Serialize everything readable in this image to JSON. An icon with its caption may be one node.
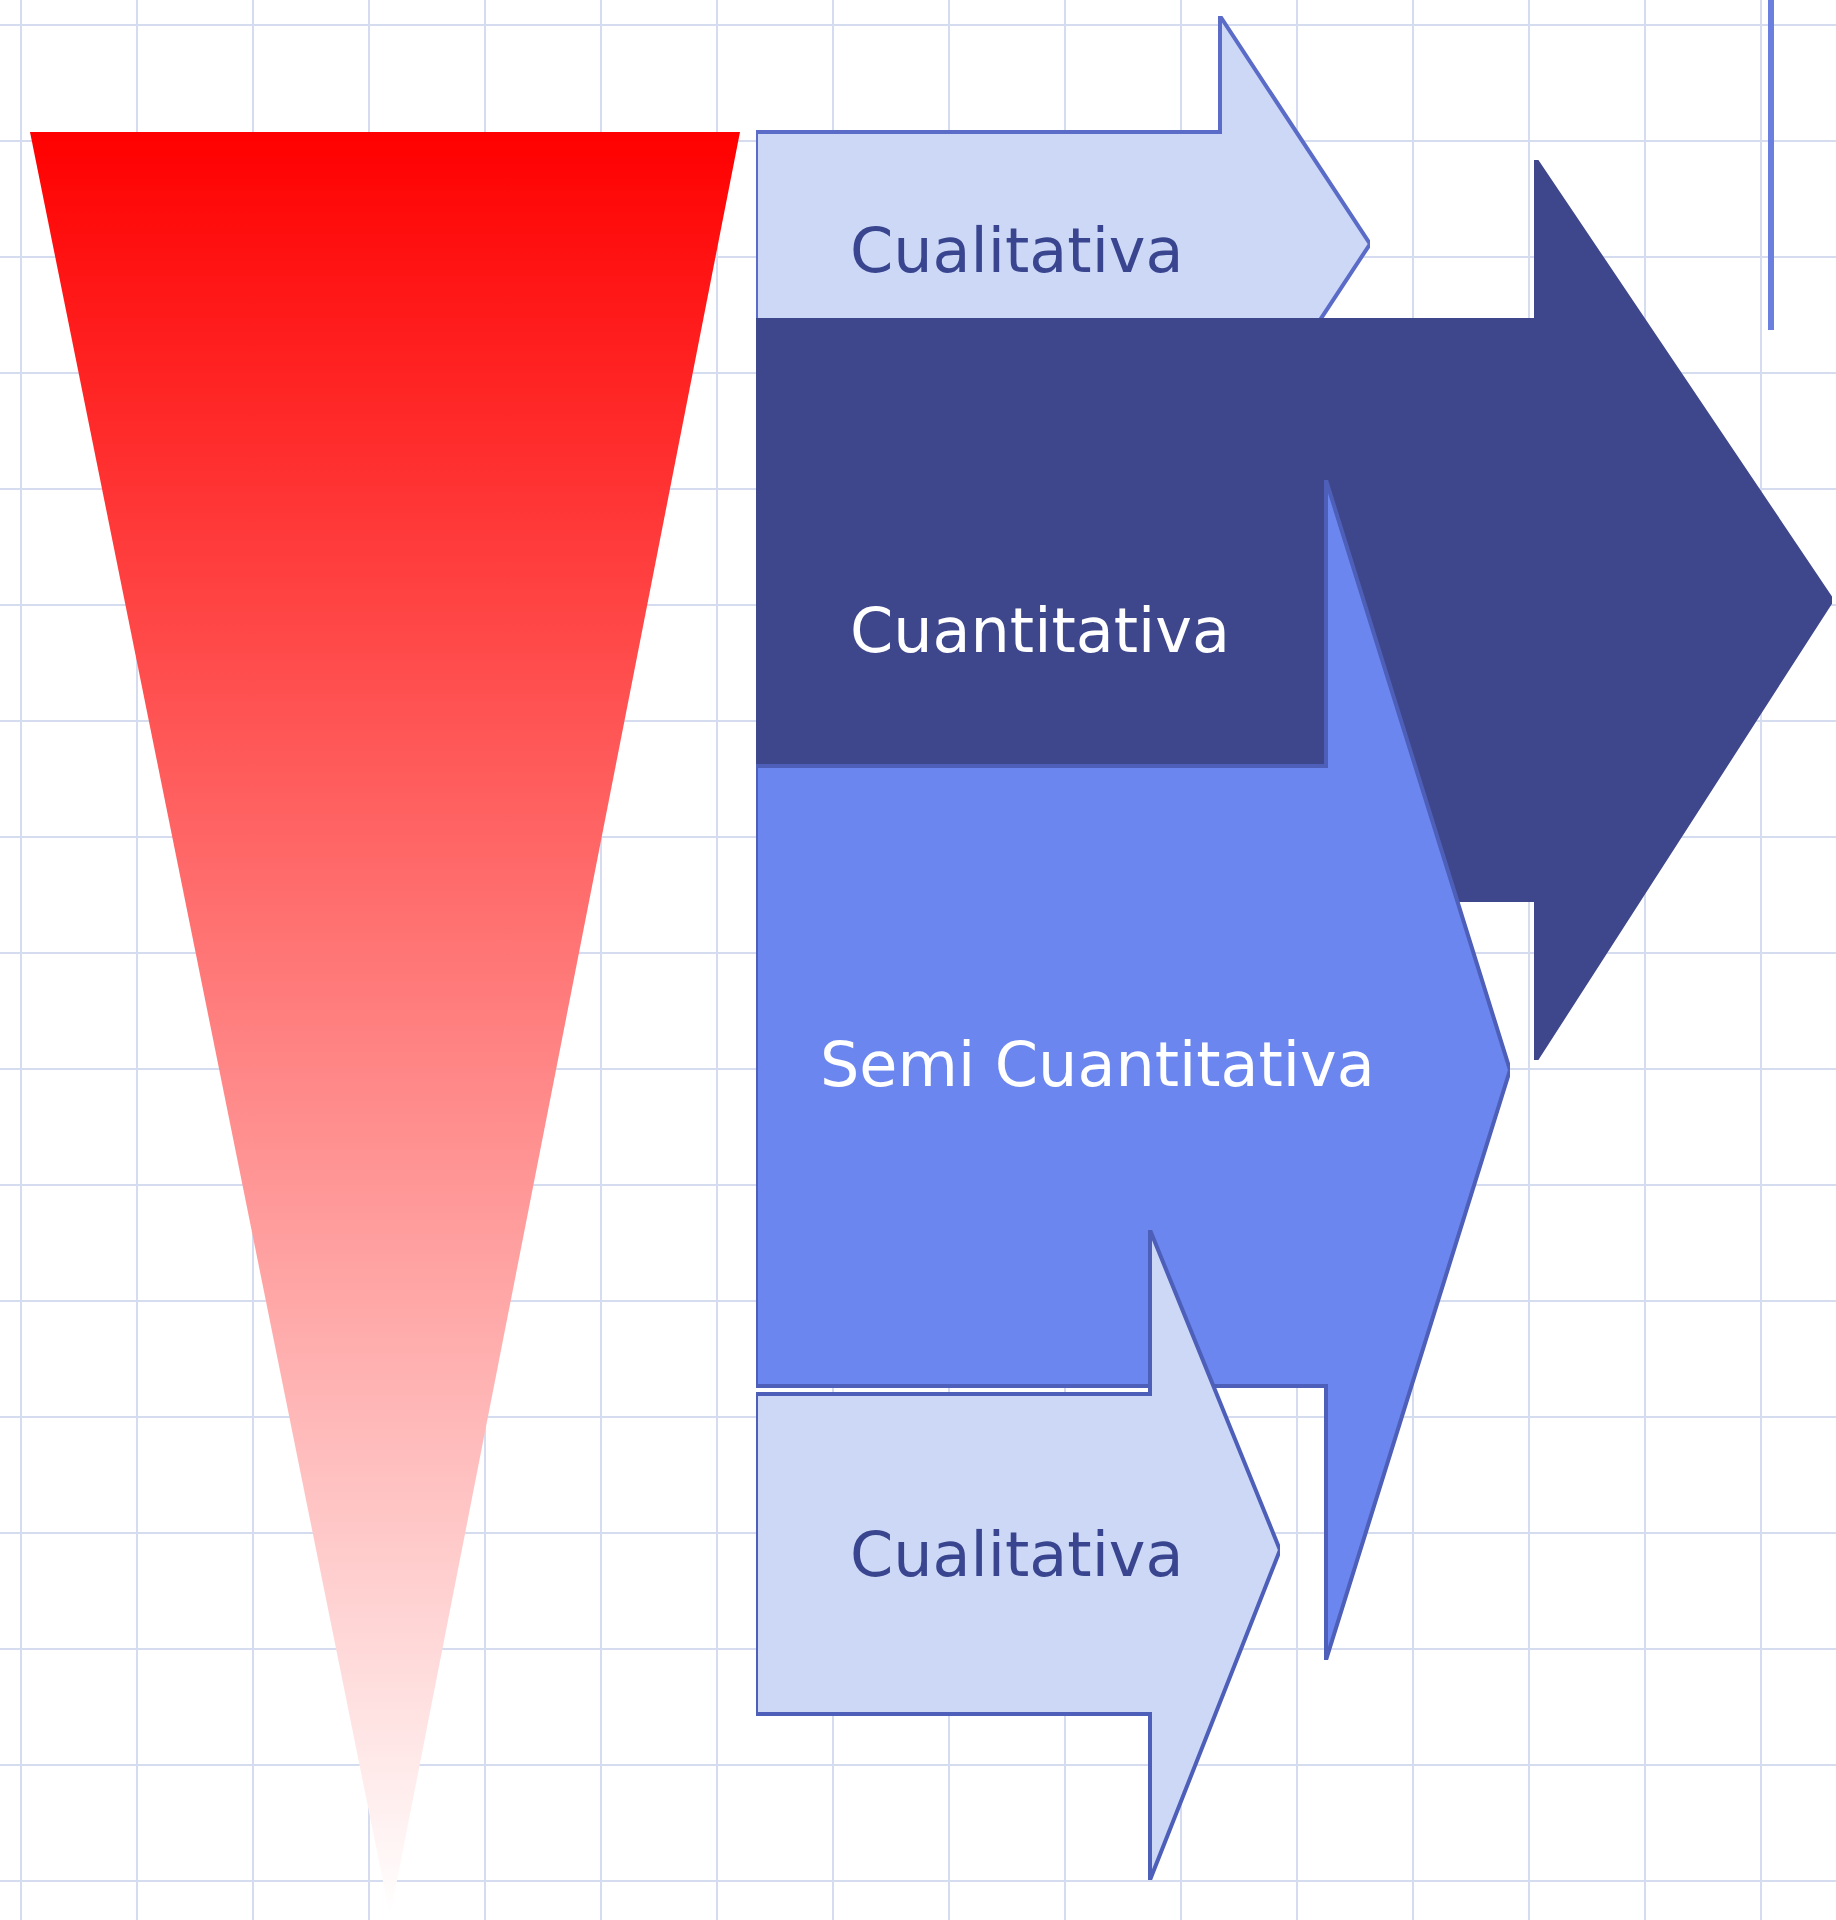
{
  "diagram": {
    "nodes": [
      {
        "text": [],
        "shape": "triangle"
      },
      {
        "text": [
          "Cualitativa"
        ]
      },
      {
        "text": [
          "Cuantitativa"
        ]
      },
      {
        "text": [
          "Semi Cuantitativa"
        ]
      },
      {
        "text": [
          "Cualitativa"
        ]
      }
    ]
  }
}
